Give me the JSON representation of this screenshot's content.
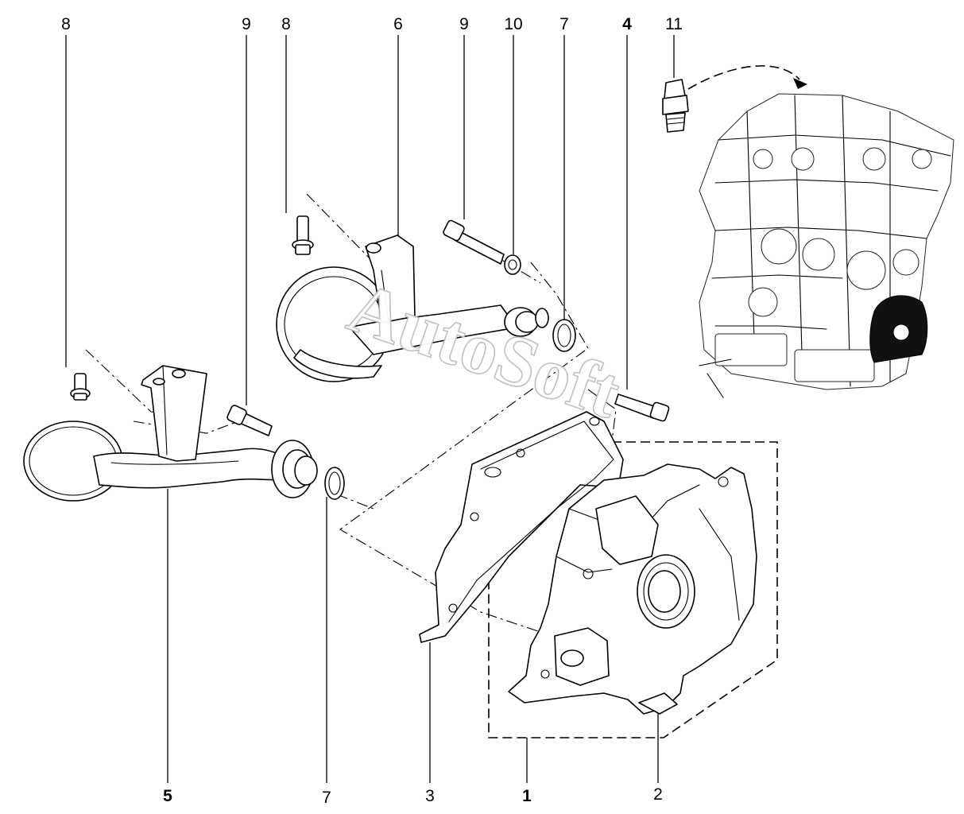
{
  "callouts": {
    "top": [
      {
        "id": "c-top-8a",
        "label": "8"
      },
      {
        "id": "c-top-9a",
        "label": "9"
      },
      {
        "id": "c-top-8b",
        "label": "8"
      },
      {
        "id": "c-top-6",
        "label": "6"
      },
      {
        "id": "c-top-9b",
        "label": "9"
      },
      {
        "id": "c-top-10",
        "label": "10"
      },
      {
        "id": "c-top-7",
        "label": "7"
      },
      {
        "id": "c-top-4",
        "label": "4"
      },
      {
        "id": "c-top-11",
        "label": "11"
      }
    ],
    "bottom": [
      {
        "id": "c-bot-5",
        "label": "5"
      },
      {
        "id": "c-bot-7",
        "label": "7"
      },
      {
        "id": "c-bot-3",
        "label": "3"
      },
      {
        "id": "c-bot-1",
        "label": "1"
      },
      {
        "id": "c-bot-2",
        "label": "2"
      }
    ]
  },
  "watermark": "AutoSoft",
  "colors": {
    "line": "#000000",
    "background": "#ffffff",
    "watermark_outline": "#bdbdbd"
  }
}
